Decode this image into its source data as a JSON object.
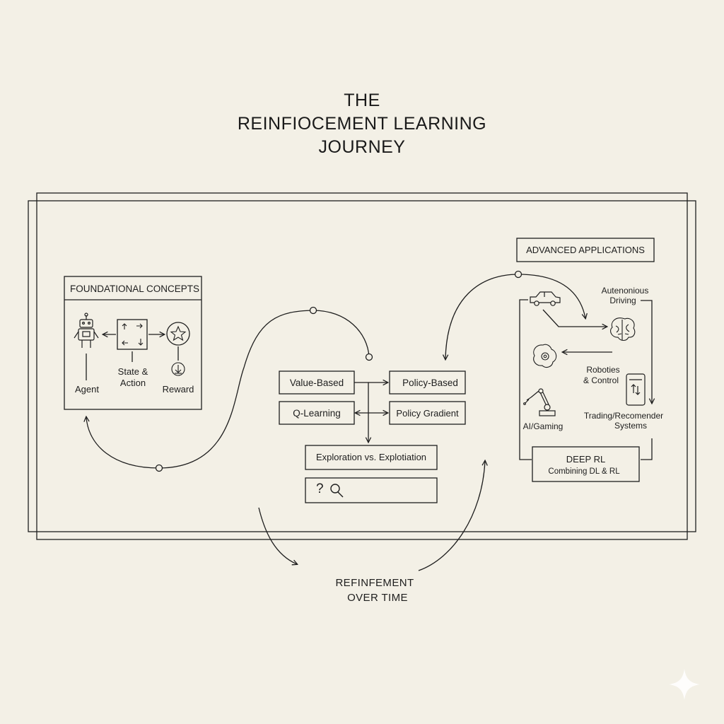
{
  "title": {
    "line1": "THE",
    "line2": "REINFIOCEMENT LEARNING",
    "line3": "JOURNEY"
  },
  "foundational": {
    "heading": "FOUNDATIONAL CONCEPTS",
    "agent": "Agent",
    "state_action_1": "State &",
    "state_action_2": "Action",
    "reward": "Reward"
  },
  "methods": {
    "value_based": "Value-Based",
    "policy_based": "Policy-Based",
    "q_learning": "Q-Learning",
    "policy_gradient": "Policy Gradient",
    "exploration": "Exploration vs. Explotiation"
  },
  "advanced": {
    "heading": "ADVANCED APPLICATIONS",
    "autonomous_1": "Autenonious",
    "autonomous_2": "Driving",
    "robotics_1": "Roboties",
    "robotics_2": "& Control",
    "trading_1": "Trading/Recomender",
    "trading_2": "Systems",
    "ai_gaming": "AI/Gaming",
    "deep_rl": "DEEP RL",
    "deep_rl_sub": "Combining DL & RL"
  },
  "refinement": {
    "line1": "REFINFEMENT",
    "line2": "OVER TIME"
  },
  "icons": [
    "robot-icon",
    "star-icon",
    "reward-arrow-icon",
    "car-icon",
    "brain-icon",
    "gear-brain-icon",
    "robot-arm-icon",
    "phone-icon",
    "search-icon",
    "sparkle-icon"
  ],
  "colors": {
    "background": "#f3f0e6",
    "ink": "#1e1e1e"
  }
}
